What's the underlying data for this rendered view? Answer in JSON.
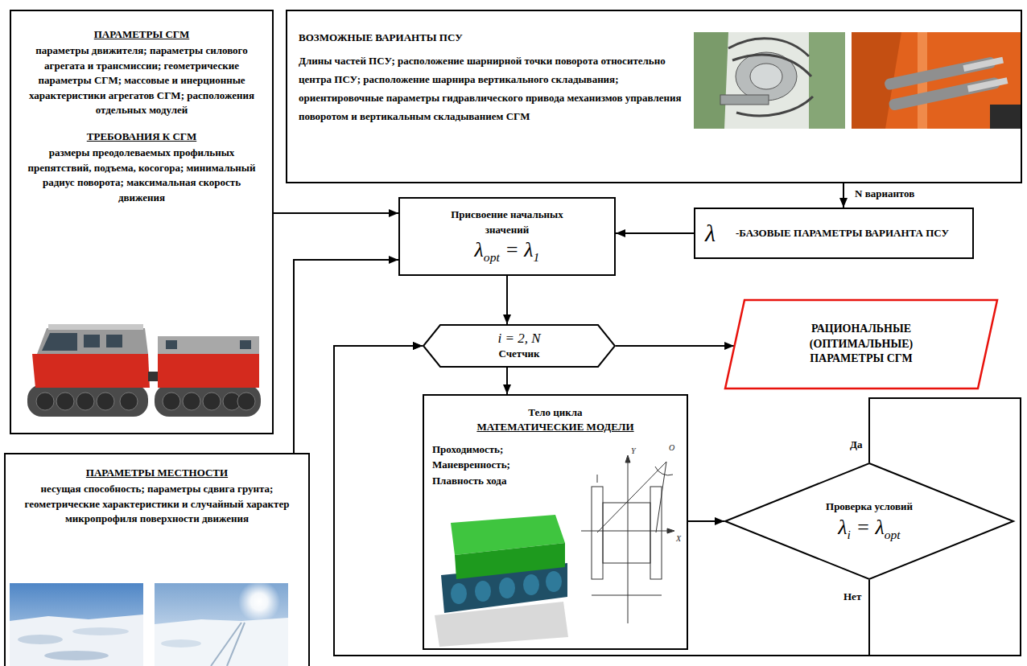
{
  "diagram": {
    "nodes": [
      {
        "text": [
          "ПАРАМЕТРЫ СГМ",
          "параметры движителя; параметры силового агрегата и трансмиссии; геометрические параметры СГМ; массовые и инерционные характеристики агрегатов СГМ; расположения отдельных модулей",
          "ТРЕБОВАНИЯ К СГМ",
          "размеры преодолеваемых профильных препятствий, подъема, косогора; минимальный радиус поворота; максимальная скорость движения"
        ]
      },
      {
        "text": [
          "ВОЗМОЖНЫЕ ВАРИАНТЫ ПСУ",
          "Длины частей ПСУ; расположение шарнирной точки поворота относительно центра ПСУ; расположение шарнира вертикального складывания; ориентировочные параметры гидравлического привода механизмов управления поворотом и вертикальным складыванием СГМ"
        ]
      },
      {
        "text": [
          "Присвоение начальных значений",
          "λopt = λ1"
        ]
      },
      {
        "text": [
          "λ",
          "-БАЗОВЫЕ ПАРАМЕТРЫ ВАРИАНТА ПСУ"
        ]
      },
      {
        "text": [
          "i = 2, N",
          "Счетчик"
        ]
      },
      {
        "text": [
          "РАЦИОНАЛЬНЫЕ (ОПТИМАЛЬНЫЕ) ПАРАМЕТРЫ СГМ"
        ]
      },
      {
        "text": [
          "Тело цикла",
          "МАТЕМАТИЧЕСКИЕ МОДЕЛИ",
          "Проходимость; Маневренность; Плавность хода"
        ]
      },
      {
        "text": [
          "Проверка условий",
          "λi = λopt"
        ]
      },
      {
        "text": [
          "ПАРАМЕТРЫ МЕСТНОСТИ",
          "несущая способность; параметры сдвига грунта; геометрические характеристики и случайный характер микропрофиля поверхности движения"
        ]
      }
    ],
    "edges": [
      {
        "from": 0,
        "to": 2,
        "arrow": "to"
      },
      {
        "from": 8,
        "to": 2,
        "arrow": "to"
      },
      {
        "from": 1,
        "to": 3,
        "arrow": "to",
        "label": "N вариантов"
      },
      {
        "from": 3,
        "to": 2,
        "arrow": "to"
      },
      {
        "from": 2,
        "to": 4,
        "arrow": "to"
      },
      {
        "from": 4,
        "to": 5,
        "arrow": "to"
      },
      {
        "from": 4,
        "to": 6,
        "arrow": "to"
      },
      {
        "from": 6,
        "to": 7,
        "arrow": "to"
      },
      {
        "from": 7,
        "to": 4,
        "arrow": "to",
        "label": "Да"
      },
      {
        "from": 7,
        "to": 4,
        "arrow": "to",
        "label": "Нет"
      }
    ],
    "labels": [
      "Y",
      "X",
      "O"
    ]
  }
}
